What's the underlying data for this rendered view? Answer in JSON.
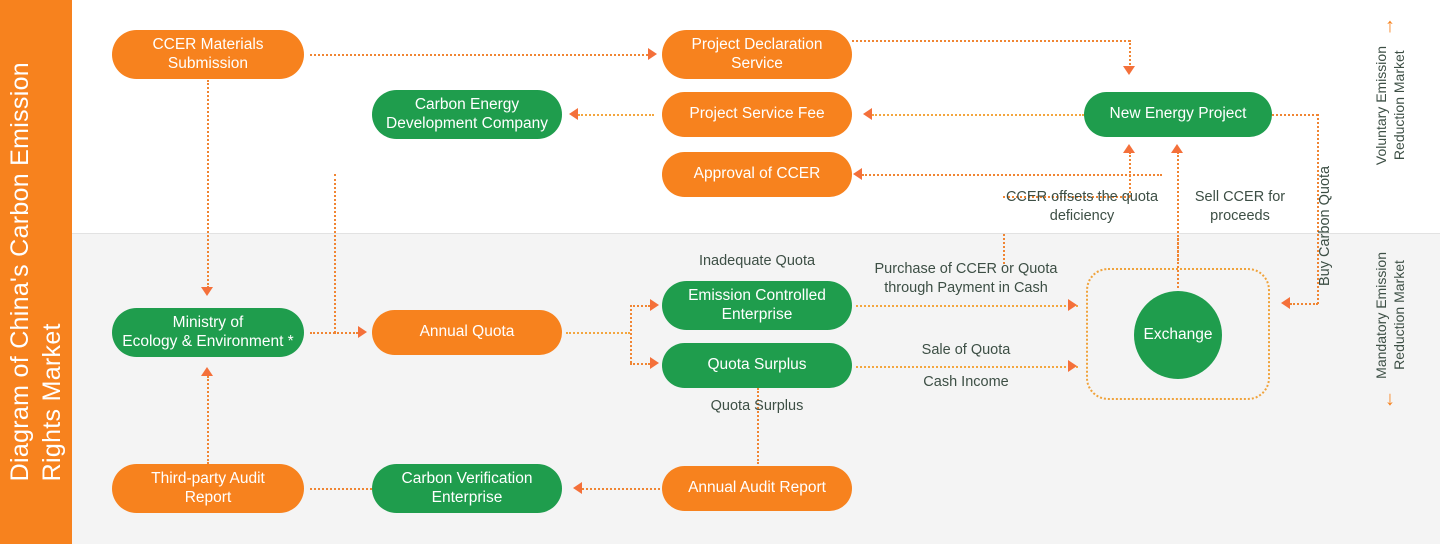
{
  "sidebar": {
    "title": "Diagram of China's Carbon Emission\nRights Market",
    "bg_color": "#f7821e"
  },
  "markets": {
    "voluntary": {
      "label": "Voluntary Emission\nReduction Market",
      "arrow": "arrow-up",
      "glyph": "↑"
    },
    "mandatory": {
      "label": "Mandatory Emission\nReduction Market",
      "arrow": "arrow-down",
      "glyph": "↓"
    }
  },
  "colors": {
    "orange": "#f7821e",
    "green": "#1f9d4d",
    "connector": "#f08533",
    "connector_amber": "#f3a63f",
    "arrow": "#f4703a",
    "band_top": "#ffffff",
    "band_bottom": "#f4f4f4",
    "text_dark": "#3d4f45"
  },
  "nodes": {
    "ccer_materials_submission": "CCER Materials\nSubmission",
    "project_declaration_service": "Project Declaration\nService",
    "carbon_energy_development_company": "Carbon Energy\nDevelopment Company",
    "project_service_fee": "Project Service Fee",
    "new_energy_project": "New Energy Project",
    "approval_of_ccer": "Approval of CCER",
    "ministry_of_ecology_environment": "Ministry of\nEcology & Environment *",
    "annual_quota": "Annual Quota",
    "emission_controlled_enterprise": "Emission Controlled\nEnterprise",
    "quota_surplus": "Quota Surplus",
    "exchange": "Exchange",
    "third_party_audit_report": "Third-party Audit\nReport",
    "carbon_verification_enterprise": "Carbon Verification\nEnterprise",
    "annual_audit_report": "Annual Audit Report"
  },
  "edge_labels": {
    "ccer_offsets": "CCER offsets the quota\ndeficiency",
    "sell_ccer": "Sell CCER for\nproceeds",
    "buy_carbon_quota": "Buy Carbon Quota",
    "inadequate_quota": "Inadequate Quota",
    "quota_surplus_note": "Quota Surplus",
    "purchase_ccer_or_quota": "Purchase of CCER or Quota\nthrough Payment in Cash",
    "sale_of_quota": "Sale of Quota",
    "cash_income": "Cash Income"
  }
}
